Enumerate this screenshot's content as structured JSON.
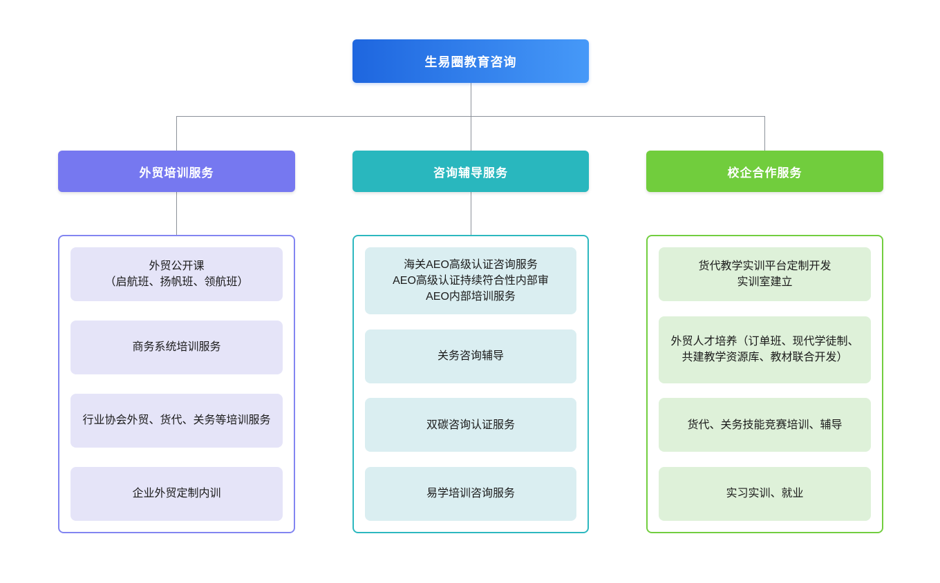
{
  "root": {
    "label": "生易圈教育咨询",
    "gradient_from": "#1e66df",
    "gradient_to": "#4699f8"
  },
  "connector_color": "#8b9199",
  "branches": [
    {
      "label": "外贸培训服务",
      "header_color": "#7678f0",
      "border_color": "#8285f1",
      "item_bg": "#e5e4f8",
      "items": [
        "外贸公开课\n（启航班、扬帆班、领航班）",
        "商务系统培训服务",
        "行业协会外贸、货代、关务等培训服务",
        "企业外贸定制内训"
      ]
    },
    {
      "label": "咨询辅导服务",
      "header_color": "#29b7be",
      "border_color": "#2cb8bf",
      "item_bg": "#daeef1",
      "items": [
        "海关AEO高级认证咨询服务\nAEO高级认证持续符合性内部审\nAEO内部培训服务",
        "关务咨询辅导",
        "双碳咨询认证服务",
        "易学培训咨询服务"
      ]
    },
    {
      "label": "校企合作服务",
      "header_color": "#71cd3d",
      "border_color": "#72ce3f",
      "item_bg": "#def1d9",
      "items": [
        "货代教学实训平台定制开发\n实训室建立",
        "外贸人才培养（订单班、现代学徒制、共建教学资源库、教材联合开发）",
        "货代、关务技能竞赛培训、辅导",
        "实习实训、就业"
      ]
    }
  ]
}
